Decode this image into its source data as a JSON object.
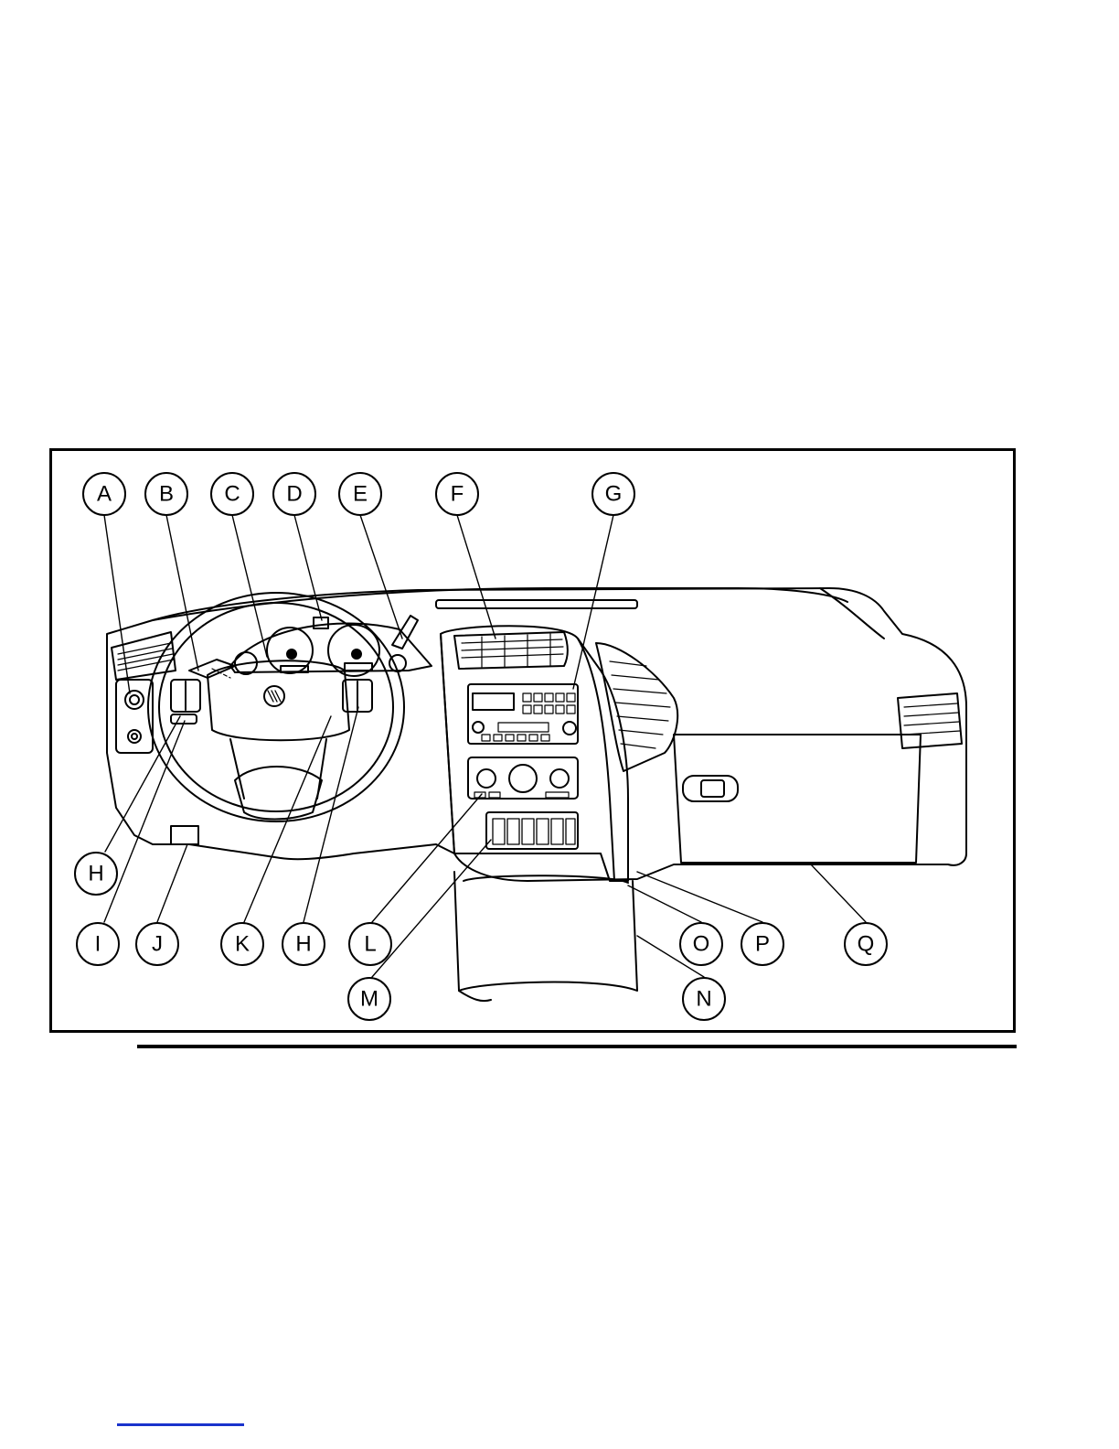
{
  "figure": {
    "callouts": [
      "A",
      "B",
      "C",
      "D",
      "E",
      "F",
      "G",
      "H",
      "I",
      "J",
      "K",
      "L",
      "M",
      "N",
      "O",
      "P",
      "Q"
    ],
    "callout_labels": {
      "A": "A",
      "B": "B",
      "C": "C",
      "D": "D",
      "E": "E",
      "F": "F",
      "G": "G",
      "H1": "H",
      "H2": "H",
      "I": "I",
      "J": "J",
      "K": "K",
      "L": "L",
      "M": "M",
      "N": "N",
      "O": "O",
      "P": "P",
      "Q": "Q"
    }
  },
  "colors": {
    "line": "#000000",
    "page": "#ffffff",
    "footer_link": "#1a33cc"
  }
}
